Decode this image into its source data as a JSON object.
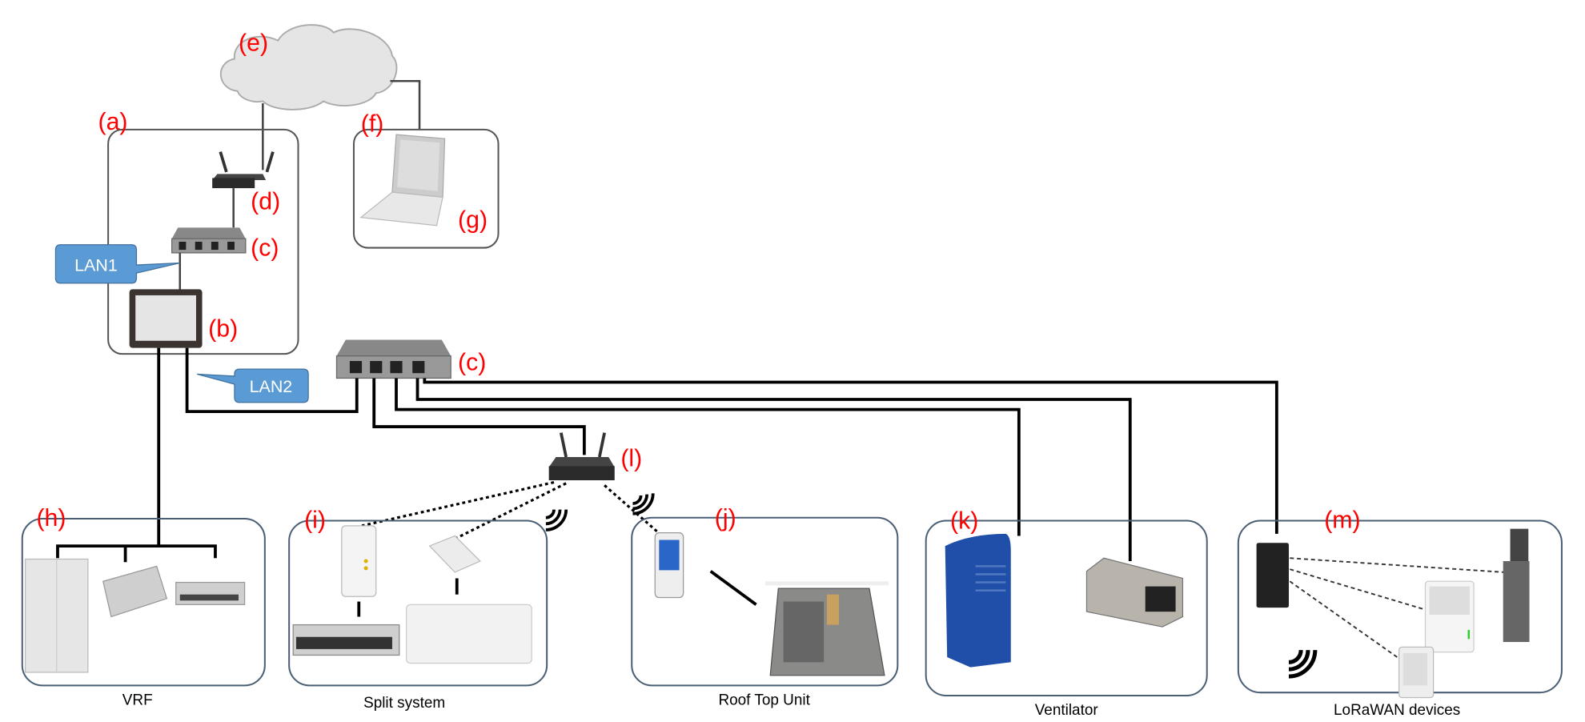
{
  "labels": {
    "a": "(a)",
    "b": "(b)",
    "c1": "(c)",
    "c2": "(c)",
    "d": "(d)",
    "e": "(e)",
    "f": "(f)",
    "g": "(g)",
    "h": "(h)",
    "i": "(i)",
    "j": "(j)",
    "k": "(k)",
    "l": "(l)",
    "m": "(m)"
  },
  "callouts": {
    "lan1": "LAN1",
    "lan2": "LAN2"
  },
  "captions": {
    "vrf": "VRF",
    "split": "Split system",
    "rtu": "Roof Top Unit",
    "ventilator": "Ventilator",
    "lorawan": "LoRaWAN devices"
  },
  "colors": {
    "label": "#ff0000",
    "callout": "#5b9bd5",
    "cloud": "#e5e5e5",
    "ventilator_blue": "#1f4fa8"
  }
}
